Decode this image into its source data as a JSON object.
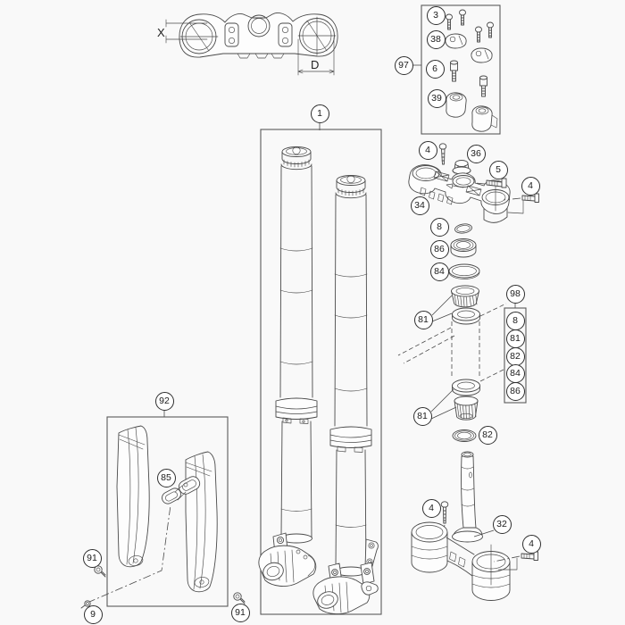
{
  "diagram": {
    "dimension_labels": {
      "x": "X",
      "d": "D"
    },
    "callouts": [
      {
        "label": "1"
      },
      {
        "label": "97"
      },
      {
        "label": "3"
      },
      {
        "label": "38"
      },
      {
        "label": "6"
      },
      {
        "label": "39"
      },
      {
        "label": "4"
      },
      {
        "label": "36"
      },
      {
        "label": "5"
      },
      {
        "label": "4"
      },
      {
        "label": "34"
      },
      {
        "label": "8"
      },
      {
        "label": "86"
      },
      {
        "label": "84"
      },
      {
        "label": "98"
      },
      {
        "label": "8"
      },
      {
        "label": "81"
      },
      {
        "label": "82"
      },
      {
        "label": "84"
      },
      {
        "label": "86"
      },
      {
        "label": "81"
      },
      {
        "label": "81"
      },
      {
        "label": "82"
      },
      {
        "label": "4"
      },
      {
        "label": "32"
      },
      {
        "label": "4"
      },
      {
        "label": "92"
      },
      {
        "label": "85"
      },
      {
        "label": "91"
      },
      {
        "label": "9"
      },
      {
        "label": "91"
      }
    ],
    "colors": {
      "line": "#4a4a4a",
      "background": "#f9f9f9",
      "callout_border": "#2e2e2e",
      "callout_fill": "#ffffff",
      "box_border": "#5a5a5a"
    }
  }
}
